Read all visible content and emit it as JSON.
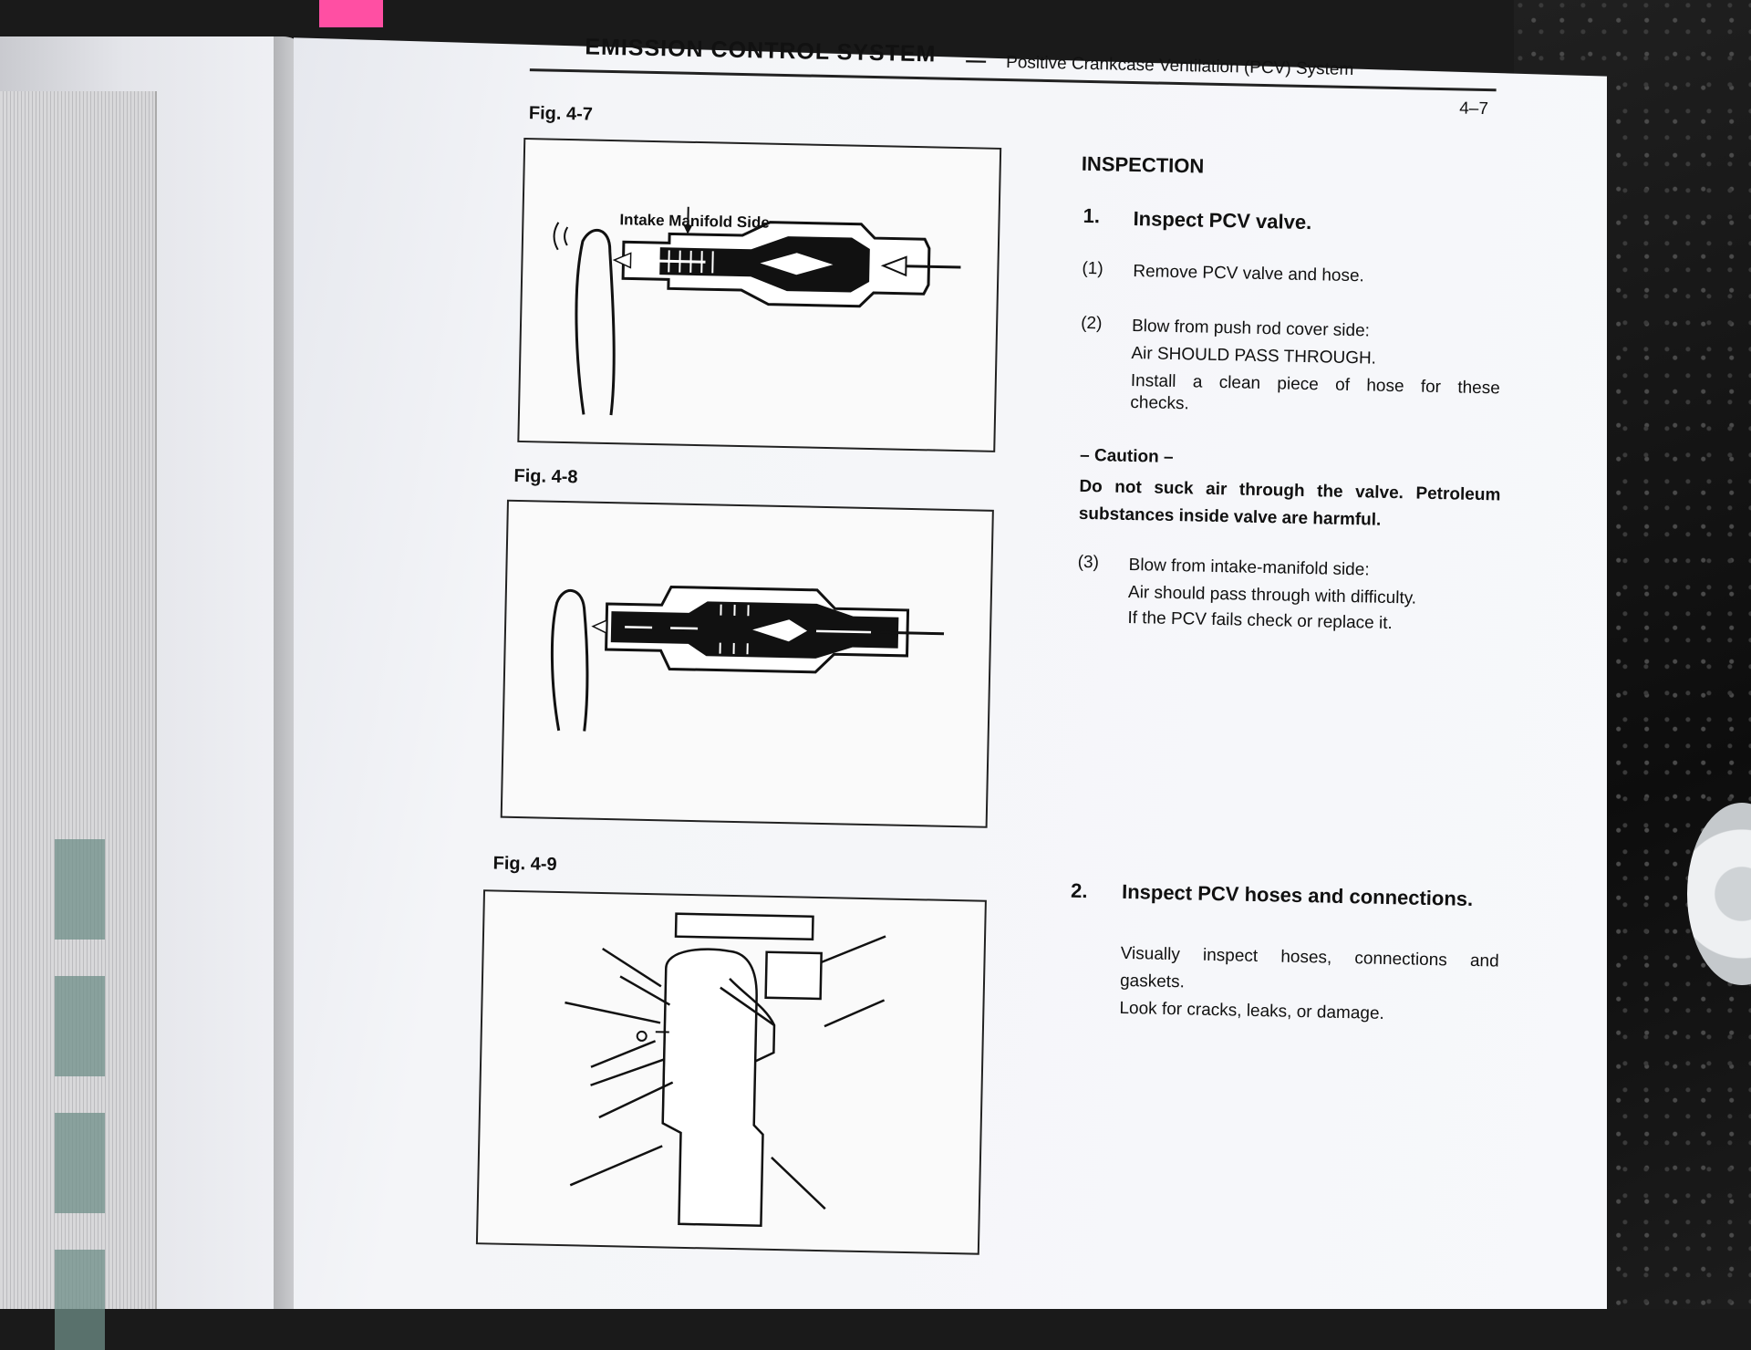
{
  "header": {
    "title": "EMISSION CONTROL SYSTEM",
    "separator": "—",
    "subtitle": "Positive Crankcase Ventilation (PCV) System",
    "page_number": "4–7"
  },
  "figures": {
    "fig7": {
      "label": "Fig. 4-7",
      "callout": "Intake Manifold Side"
    },
    "fig8": {
      "label": "Fig. 4-8"
    },
    "fig9": {
      "label": "Fig. 4-9"
    }
  },
  "inspection": {
    "heading": "INSPECTION",
    "step1": {
      "number": "1.",
      "title": "Inspect PCV valve.",
      "sub1": {
        "number": "(1)",
        "text": "Remove PCV valve and hose."
      },
      "sub2": {
        "number": "(2)",
        "line1": "Blow from push rod cover side:",
        "line2": "Air SHOULD PASS THROUGH.",
        "line3": "Install a clean piece of hose for these",
        "line4": "checks."
      },
      "caution": {
        "title": "– Caution –",
        "text": "Do not suck air through the valve. Petroleum substances inside valve are harmful."
      },
      "sub3": {
        "number": "(3)",
        "line1": "Blow from intake-manifold side:",
        "line2": "Air should pass through with difficulty.",
        "line3": "If the PCV fails check or replace it."
      }
    },
    "step2": {
      "number": "2.",
      "title": "Inspect PCV hoses and connections.",
      "line1": "Visually inspect hoses, connections and",
      "line2": "gaskets.",
      "line3": "Look for cracks, leaks, or damage."
    }
  },
  "colors": {
    "pink_flag": "#ff4fa3",
    "ink": "#111111",
    "paper": "#f5f6f9"
  }
}
